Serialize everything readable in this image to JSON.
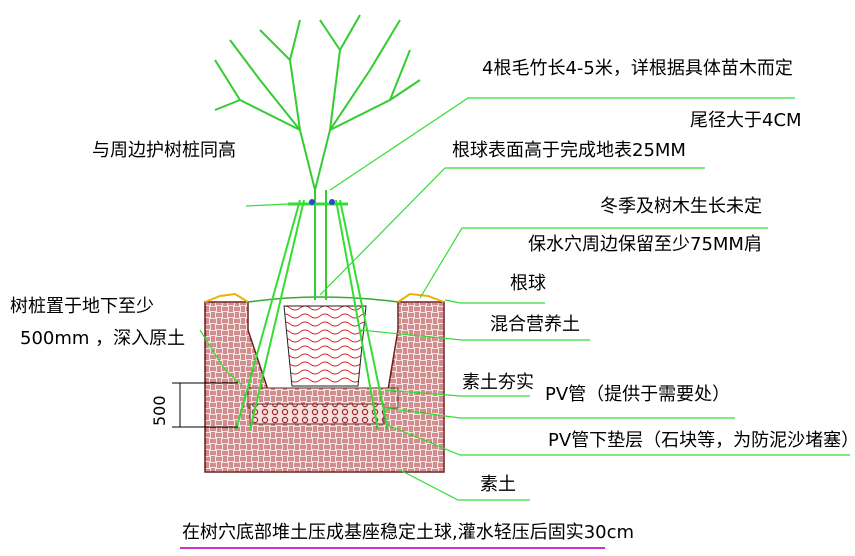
{
  "colors": {
    "leader": "#33dd33",
    "tree": "#33cc33",
    "soil": "#c04a4a",
    "ball": "#dd2222",
    "underline": "#cc33cc"
  },
  "labels": {
    "bamboo": "4根毛竹长4-5米，详根据具体苗木而定",
    "tail_diameter": "尾径大于4CM",
    "same_height": "与周边护树桩同高",
    "ball_surface": "根球表面高于完成地表25MM",
    "winter": "冬季及树木生长未定",
    "shoulder": "保水穴周边保留至少75MM肩",
    "root_ball": "根球",
    "mixed_soil": "混合营养土",
    "compacted": "素土夯实",
    "pv_pipe": "PV管（提供于需要处）",
    "pv_bedding": "PV管下垫层（石块等，为防泥沙堵塞）",
    "plain_soil": "素土",
    "stake_depth_1": "树桩置于地下至少",
    "stake_depth_2": "500mm  ，深入原土",
    "dimension": "500",
    "bottom_note": "在树穴底部堆土压成基座稳定土球,灌水轻压后固实30cm"
  }
}
